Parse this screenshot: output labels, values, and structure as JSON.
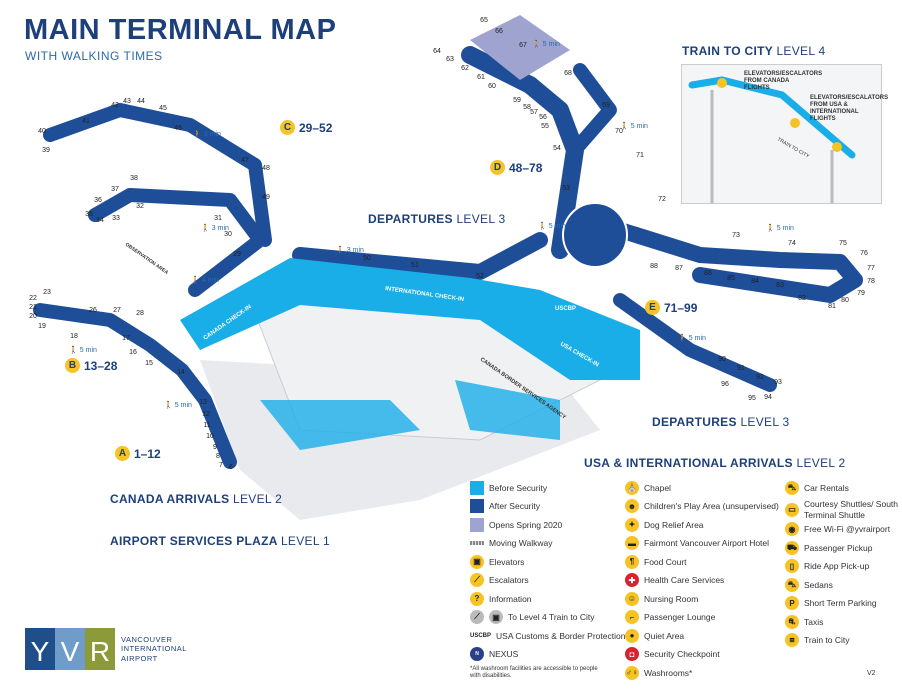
{
  "header": {
    "title": "MAIN TERMINAL MAP",
    "subtitle": "WITH WALKING TIMES"
  },
  "piers": [
    {
      "letter": "A",
      "range": "1–12"
    },
    {
      "letter": "B",
      "range": "13–28"
    },
    {
      "letter": "C",
      "range": "29–52"
    },
    {
      "letter": "D",
      "range": "48–78"
    },
    {
      "letter": "E",
      "range": "71–99"
    }
  ],
  "levels": {
    "departures_1": {
      "name": "DEPARTURES",
      "level": "LEVEL 3"
    },
    "departures_2": {
      "name": "DEPARTURES",
      "level": "LEVEL 3"
    },
    "usa_arrivals": {
      "name": "USA & INTERNATIONAL ARRIVALS",
      "level": "LEVEL 2"
    },
    "canada_arrivals": {
      "name": "CANADA ARRIVALS",
      "level": "LEVEL 2"
    },
    "services_plaza": {
      "name": "AIRPORT SERVICES PLAZA",
      "level": "LEVEL 1"
    },
    "train": {
      "name": "TRAIN TO CITY",
      "level": "LEVEL 4"
    }
  },
  "gates": [
    "6",
    "7",
    "8",
    "9",
    "10",
    "11",
    "12",
    "13",
    "14",
    "15",
    "16",
    "17",
    "18",
    "19",
    "20",
    "21",
    "22",
    "23",
    "26",
    "27",
    "28",
    "29",
    "30",
    "31",
    "32",
    "33",
    "34",
    "35",
    "36",
    "37",
    "38",
    "39",
    "40",
    "41",
    "42",
    "43",
    "44",
    "45",
    "46",
    "47",
    "48",
    "49",
    "50",
    "51",
    "52",
    "53",
    "54",
    "55",
    "56",
    "57",
    "58",
    "59",
    "60",
    "61",
    "62",
    "63",
    "64",
    "65",
    "66",
    "67",
    "68",
    "69",
    "70",
    "71",
    "72",
    "73",
    "74",
    "75",
    "76",
    "77",
    "78",
    "79",
    "80",
    "81",
    "82",
    "83",
    "84",
    "85",
    "86",
    "87",
    "88",
    "90",
    "91",
    "92",
    "93",
    "94",
    "95",
    "96"
  ],
  "walk_times": [
    "3 min",
    "3 min",
    "3 min",
    "4 min",
    "5 min",
    "5 min",
    "5 min",
    "5 min",
    "5 min",
    "5 min",
    "5 min"
  ],
  "map_labels": {
    "canada_checkin": "CANADA CHECK-IN",
    "international_checkin": "INTERNATIONAL CHECK-IN",
    "usa_checkin": "USA CHECK-IN",
    "uscbp": "USCBP",
    "cbsa": "CANADA BORDER SERVICES AGENCY",
    "observation": "OBSERVATION AREA"
  },
  "inset": {
    "canada_flights": "ELEVATORS/ESCALATORS FROM CANADA FLIGHTS",
    "usa_flights": "ELEVATORS/ESCALATORS FROM USA & INTERNATIONAL FLIGHTS",
    "train_to_city": "TRAIN TO CITY"
  },
  "colors": {
    "before_security": "#19aee8",
    "after_security": "#1f4e99",
    "opens_2020": "#9ea3cf",
    "icon_yellow": "#f6c324",
    "title": "#1d3f7a"
  },
  "legend": {
    "col1": [
      {
        "icon": "swatch-before",
        "label": "Before Security"
      },
      {
        "icon": "swatch-after",
        "label": "After Security"
      },
      {
        "icon": "swatch-spring",
        "label": "Opens Spring 2020"
      },
      {
        "icon": "moving-walkway-icon",
        "label": "Moving Walkway"
      },
      {
        "icon": "elevator-icon",
        "label": "Elevators"
      },
      {
        "icon": "escalator-icon",
        "label": "Escalators"
      },
      {
        "icon": "information-icon",
        "label": "Information"
      },
      {
        "icon": "train-level4-icon",
        "label": "To Level 4 Train to City"
      },
      {
        "icon": "uscbp-icon",
        "label": "USA Customs & Border Protection",
        "prefix": "USCBP"
      },
      {
        "icon": "nexus-icon",
        "label": "NEXUS"
      }
    ],
    "col2": [
      {
        "icon": "chapel-icon",
        "label": "Chapel"
      },
      {
        "icon": "play-area-icon",
        "label": "Children's Play Area (unsupervised)"
      },
      {
        "icon": "dog-relief-icon",
        "label": "Dog Relief Area"
      },
      {
        "icon": "hotel-icon",
        "label": "Fairmont Vancouver Airport Hotel"
      },
      {
        "icon": "food-court-icon",
        "label": "Food Court"
      },
      {
        "icon": "health-care-icon",
        "label": "Health Care Services"
      },
      {
        "icon": "nursing-room-icon",
        "label": "Nursing Room"
      },
      {
        "icon": "lounge-icon",
        "label": "Passenger Lounge"
      },
      {
        "icon": "quiet-area-icon",
        "label": "Quiet Area"
      },
      {
        "icon": "security-checkpoint-icon",
        "label": "Security Checkpoint"
      },
      {
        "icon": "washroom-icon",
        "label": "Washrooms*"
      }
    ],
    "col3": [
      {
        "icon": "car-rental-icon",
        "label": "Car Rentals"
      },
      {
        "icon": "shuttle-icon",
        "label": "Courtesy Shuttles/ South Terminal Shuttle"
      },
      {
        "icon": "wifi-icon",
        "label": "Free Wi-Fi @yvrairport"
      },
      {
        "icon": "pickup-icon",
        "label": "Passenger Pickup"
      },
      {
        "icon": "ride-app-icon",
        "label": "Ride App Pick-up"
      },
      {
        "icon": "sedan-icon",
        "label": "Sedans"
      },
      {
        "icon": "parking-icon",
        "label": "Short Term Parking"
      },
      {
        "icon": "taxi-icon",
        "label": "Taxis"
      },
      {
        "icon": "train-icon",
        "label": "Train to City"
      }
    ],
    "note": "*All washroom facilities are accessible to people with disabilities.",
    "version": "V2"
  },
  "logo": {
    "letters": [
      "Y",
      "V",
      "R"
    ],
    "name_lines": [
      "VANCOUVER",
      "INTERNATIONAL",
      "AIRPORT"
    ]
  }
}
